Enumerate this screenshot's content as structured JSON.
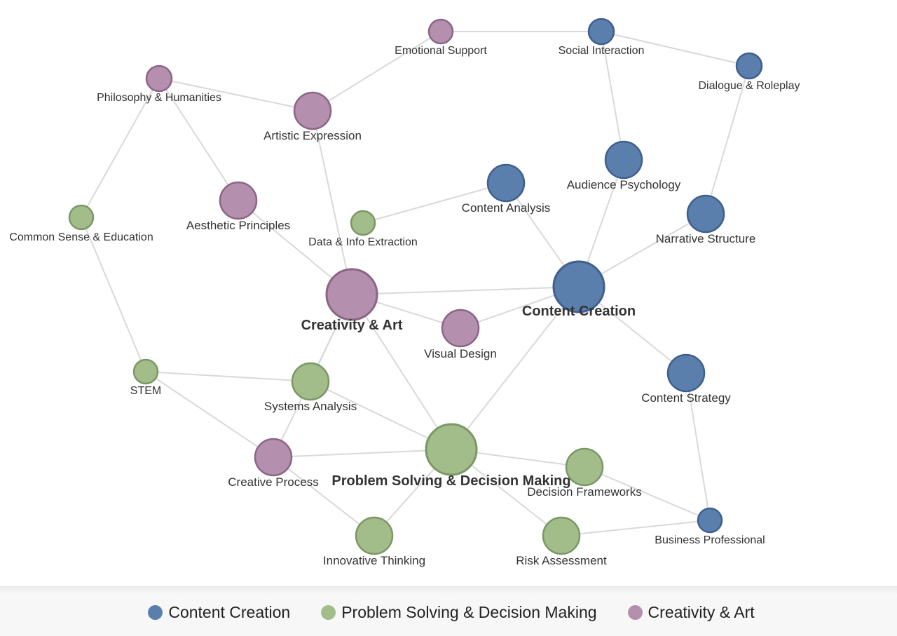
{
  "groups": {
    "content": {
      "name": "Content Creation",
      "fill": "#5b7fad",
      "stroke": "#3f5f8c"
    },
    "problem": {
      "name": "Problem Solving & Decision Making",
      "fill": "#a2bc8a",
      "stroke": "#7a9866"
    },
    "creative": {
      "name": "Creativity & Art",
      "fill": "#b58fae",
      "stroke": "#8a6684"
    }
  },
  "legend": {
    "items": [
      {
        "group": "content",
        "label": "Content Creation"
      },
      {
        "group": "problem",
        "label": "Problem Solving & Decision Making"
      },
      {
        "group": "creative",
        "label": "Creativity & Art"
      }
    ]
  },
  "nodes": [
    {
      "id": "content_creation",
      "label": "Content Creation",
      "group": "content",
      "hub": true
    },
    {
      "id": "creativity_art",
      "label": "Creativity & Art",
      "group": "creative",
      "hub": true
    },
    {
      "id": "problem_solving",
      "label": "Problem Solving & Decision Making",
      "group": "problem",
      "hub": true
    },
    {
      "id": "emotional_support",
      "label": "Emotional Support",
      "group": "creative"
    },
    {
      "id": "social_interaction",
      "label": "Social Interaction",
      "group": "content"
    },
    {
      "id": "dialogue_roleplay",
      "label": "Dialogue & Roleplay",
      "group": "content"
    },
    {
      "id": "philosophy_humanities",
      "label": "Philosophy & Humanities",
      "group": "creative"
    },
    {
      "id": "artistic_expression",
      "label": "Artistic Expression",
      "group": "creative"
    },
    {
      "id": "audience_psychology",
      "label": "Audience Psychology",
      "group": "content"
    },
    {
      "id": "content_analysis",
      "label": "Content Analysis",
      "group": "content"
    },
    {
      "id": "narrative_structure",
      "label": "Narrative Structure",
      "group": "content"
    },
    {
      "id": "common_sense_education",
      "label": "Common Sense & Education",
      "group": "problem"
    },
    {
      "id": "aesthetic_principles",
      "label": "Aesthetic Principles",
      "group": "creative"
    },
    {
      "id": "data_info_extraction",
      "label": "Data & Info Extraction",
      "group": "problem"
    },
    {
      "id": "visual_design",
      "label": "Visual Design",
      "group": "creative"
    },
    {
      "id": "stem",
      "label": "STEM",
      "group": "problem"
    },
    {
      "id": "systems_analysis",
      "label": "Systems Analysis",
      "group": "problem"
    },
    {
      "id": "content_strategy",
      "label": "Content Strategy",
      "group": "content"
    },
    {
      "id": "creative_process",
      "label": "Creative Process",
      "group": "creative"
    },
    {
      "id": "decision_frameworks",
      "label": "Decision Frameworks",
      "group": "problem"
    },
    {
      "id": "business_professional",
      "label": "Business Professional",
      "group": "content"
    },
    {
      "id": "innovative_thinking",
      "label": "Innovative Thinking",
      "group": "problem"
    },
    {
      "id": "risk_assessment",
      "label": "Risk Assessment",
      "group": "problem"
    }
  ],
  "links": [
    [
      "emotional_support",
      "social_interaction"
    ],
    [
      "emotional_support",
      "artistic_expression"
    ],
    [
      "social_interaction",
      "dialogue_roleplay"
    ],
    [
      "social_interaction",
      "audience_psychology"
    ],
    [
      "dialogue_roleplay",
      "narrative_structure"
    ],
    [
      "philosophy_humanities",
      "artistic_expression"
    ],
    [
      "philosophy_humanities",
      "common_sense_education"
    ],
    [
      "philosophy_humanities",
      "aesthetic_principles"
    ],
    [
      "artistic_expression",
      "creativity_art"
    ],
    [
      "audience_psychology",
      "content_creation"
    ],
    [
      "content_analysis",
      "data_info_extraction"
    ],
    [
      "content_analysis",
      "content_creation"
    ],
    [
      "narrative_structure",
      "content_creation"
    ],
    [
      "common_sense_education",
      "stem"
    ],
    [
      "aesthetic_principles",
      "creativity_art"
    ],
    [
      "creativity_art",
      "content_creation"
    ],
    [
      "creativity_art",
      "visual_design"
    ],
    [
      "creativity_art",
      "systems_analysis"
    ],
    [
      "creativity_art",
      "problem_solving"
    ],
    [
      "creativity_art",
      "creative_process"
    ],
    [
      "visual_design",
      "content_creation"
    ],
    [
      "content_creation",
      "content_strategy"
    ],
    [
      "content_creation",
      "problem_solving"
    ],
    [
      "stem",
      "systems_analysis"
    ],
    [
      "stem",
      "creative_process"
    ],
    [
      "systems_analysis",
      "problem_solving"
    ],
    [
      "content_strategy",
      "business_professional"
    ],
    [
      "creative_process",
      "problem_solving"
    ],
    [
      "creative_process",
      "innovative_thinking"
    ],
    [
      "problem_solving",
      "decision_frameworks"
    ],
    [
      "problem_solving",
      "innovative_thinking"
    ],
    [
      "problem_solving",
      "risk_assessment"
    ],
    [
      "decision_frameworks",
      "business_professional"
    ],
    [
      "risk_assessment",
      "business_professional"
    ]
  ]
}
